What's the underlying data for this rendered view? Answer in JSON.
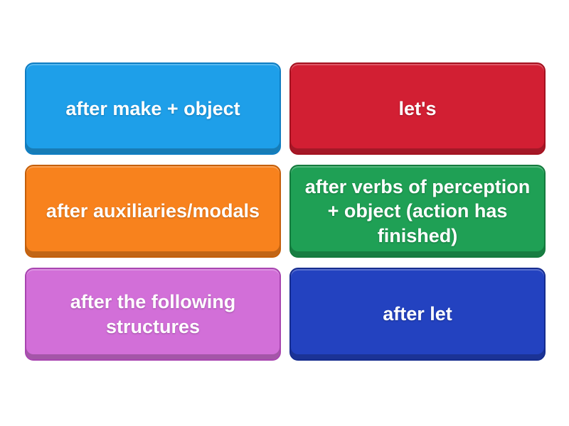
{
  "activity": {
    "tiles": [
      {
        "label": "after make + object",
        "color": "#1e9fe9",
        "color_dark": "#0f7dc2"
      },
      {
        "label": "let's",
        "color": "#d21f33",
        "color_dark": "#a31220"
      },
      {
        "label": "after auxiliaries/modals",
        "color": "#f8821d",
        "color_dark": "#c45f0a"
      },
      {
        "label": "after verbs of perception + object (action has finished)",
        "color": "#1fa055",
        "color_dark": "#147a3d"
      },
      {
        "label": "after the following structures",
        "color": "#d26fd8",
        "color_dark": "#a845b0"
      },
      {
        "label": "after let",
        "color": "#2342c0",
        "color_dark": "#152c8e"
      }
    ]
  }
}
